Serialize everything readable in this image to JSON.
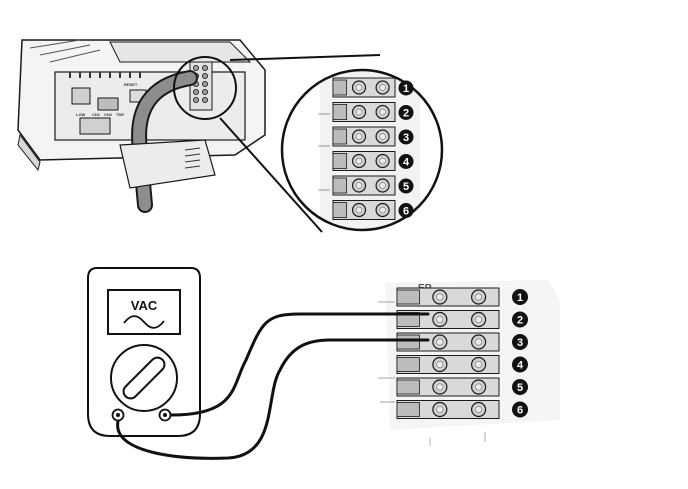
{
  "figure": {
    "meter_label": "VAC",
    "top_numbers": [
      "1",
      "2",
      "3",
      "4",
      "5",
      "6"
    ],
    "bottom_numbers": [
      "1",
      "2",
      "3",
      "4",
      "5",
      "6"
    ],
    "fragment_label_top": "ER",
    "fragment_label_bottom": "ER",
    "device_small_labels": [
      "RESET",
      "LOW",
      "CH1",
      "CH2",
      "TDE"
    ]
  },
  "colors": {
    "line": "#1a1a1a",
    "device_fill": "#f4f4f4",
    "terminal_fill": "#d9d9d9",
    "screw_fill": "#cfcfcf",
    "badge_fill": "#111111"
  },
  "icons": {
    "meter": "multimeter-icon",
    "ac_wave": "ac-wave-icon",
    "dial": "rotary-dial-icon"
  }
}
